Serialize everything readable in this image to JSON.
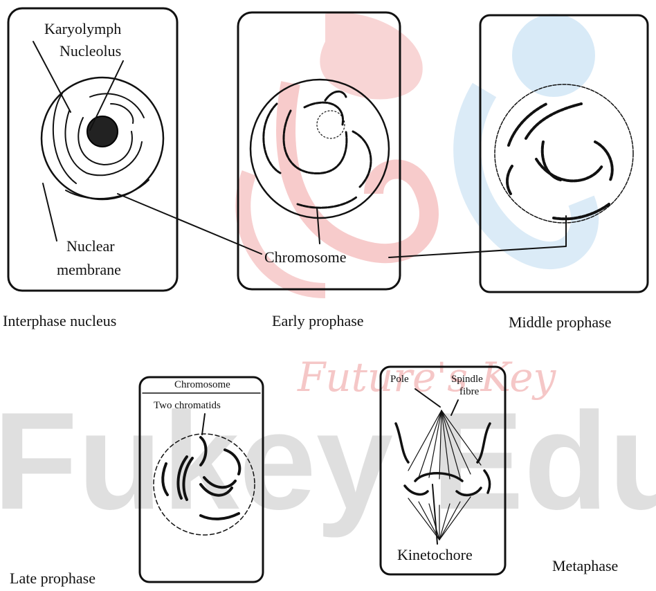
{
  "watermark": {
    "brand": "Fukey Educa",
    "script_text": "Future's Key",
    "colors": {
      "red": "#e87b7b",
      "blue": "#9cc6e8",
      "grey": "#d0d0d0"
    }
  },
  "colors": {
    "ink": "#111111",
    "background": "#ffffff"
  },
  "panels": {
    "interphase": {
      "caption": "Interphase nucleus",
      "label_karyolymph": "Karyolymph",
      "label_nucleolus": "Nucleolus",
      "label_nuclear": "Nuclear",
      "label_membrane": "membrane"
    },
    "early_prophase": {
      "caption": "Early prophase",
      "label_chromosome": "Chromosome"
    },
    "middle_prophase": {
      "caption": "Middle prophase"
    },
    "late_prophase": {
      "caption": "Late prophase",
      "label_chromosome": "Chromosome",
      "label_chromatids": "Two chromatids"
    },
    "metaphase": {
      "caption": "Metaphase",
      "label_pole": "Pole",
      "label_spindle": "Spindle",
      "label_fibre": "fibre",
      "label_kinetochore": "Kinetochore"
    }
  }
}
